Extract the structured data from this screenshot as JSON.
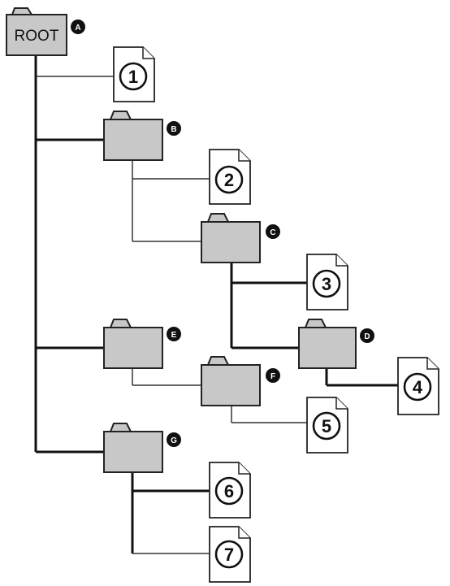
{
  "root": {
    "label": "ROOT",
    "badge": "A"
  },
  "folders": [
    {
      "id": "B",
      "badge": "B"
    },
    {
      "id": "C",
      "badge": "C"
    },
    {
      "id": "D",
      "badge": "D"
    },
    {
      "id": "E",
      "badge": "E"
    },
    {
      "id": "F",
      "badge": "F"
    },
    {
      "id": "G",
      "badge": "G"
    }
  ],
  "files": [
    {
      "id": "1",
      "label": "1"
    },
    {
      "id": "2",
      "label": "2"
    },
    {
      "id": "3",
      "label": "3"
    },
    {
      "id": "4",
      "label": "4"
    },
    {
      "id": "5",
      "label": "5"
    },
    {
      "id": "6",
      "label": "6"
    },
    {
      "id": "7",
      "label": "7"
    }
  ],
  "colors": {
    "folder_fill": "#c8c8c8",
    "outline": "#222222",
    "badge_fill": "#111111",
    "background": "#ffffff"
  }
}
